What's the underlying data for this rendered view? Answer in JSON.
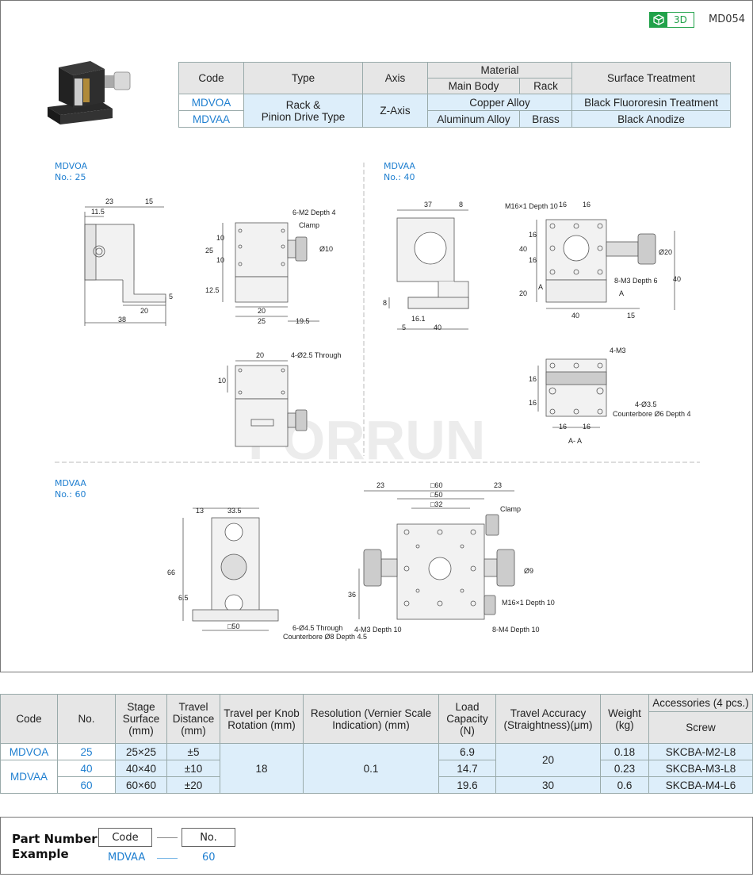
{
  "header": {
    "badge_label": "3D",
    "product_code": "MD054"
  },
  "material_table": {
    "headers": {
      "code": "Code",
      "type": "Type",
      "axis": "Axis",
      "material": "Material",
      "main_body": "Main Body",
      "rack": "Rack",
      "surface": "Surface Treatment"
    },
    "type_value_line1": "Rack &",
    "type_value_line2": "Pinion Drive Type",
    "axis_value": "Z-Axis",
    "rows": [
      {
        "code": "MDVOA",
        "material": "Copper Alloy",
        "surface": "Black Fluororesin Treatment"
      },
      {
        "code": "MDVAA",
        "main_body": "Aluminum Alloy",
        "rack": "Brass",
        "surface": "Black Anodize"
      }
    ]
  },
  "sections": {
    "s25": {
      "code": "MDVOA",
      "no": "No.: 25"
    },
    "s40": {
      "code": "MDVAA",
      "no": "No.: 40"
    },
    "s60": {
      "code": "MDVAA",
      "no": "No.: 60"
    }
  },
  "drawing_labels": {
    "d25a": {
      "d23": "23",
      "d15": "15",
      "d11_5": "11.5",
      "d20": "20",
      "d38": "38",
      "d5": "5"
    },
    "d25b": {
      "m2": "6-M2 Depth 4",
      "clamp": "Clamp",
      "phi10": "Ø10",
      "d25": "25",
      "d10a": "10",
      "d10b": "10",
      "d12_5": "12.5",
      "d20": "20",
      "d25w": "25",
      "d19_5": "19.5"
    },
    "d25c": {
      "d20": "20",
      "through": "4-Ø2.5 Through",
      "d10": "10"
    },
    "d40a": {
      "d37": "37",
      "d8": "8",
      "d8v": "8",
      "d16_1": "16.1",
      "d5": "5",
      "d40": "40"
    },
    "d40b": {
      "m16": "M16×1 Depth 10",
      "d16a": "16",
      "d16b": "16",
      "d40v": "40",
      "d16v1": "16",
      "d16v2": "16",
      "d20v": "20",
      "a1": "A",
      "a2": "A",
      "m3": "8-M3 Depth 6",
      "phi20": "Ø20",
      "d40h": "40",
      "d15": "15",
      "d40r": "40"
    },
    "d40c": {
      "m3": "4-M3",
      "d16v1": "16",
      "d16v2": "16",
      "cb": "4-Ø3.5",
      "cb2": "Counterbore Ø6 Depth 4",
      "d16a": "16",
      "d16b": "16",
      "section": "A- A"
    },
    "d60a": {
      "d13": "13",
      "d33_5": "33.5",
      "d66": "66",
      "d6_5": "6.5",
      "d50": "□50",
      "through": "6-Ø4.5 Through",
      "cb": "Counterbore Ø8 Depth 4.5"
    },
    "d60b": {
      "d23a": "23",
      "d60": "□60",
      "d23b": "23",
      "d50": "□50",
      "d32": "□32",
      "clamp": "Clamp",
      "phi9": "Ø9",
      "d36": "36",
      "m16": "M16×1 Depth 10",
      "m3": "4-M3 Depth 10",
      "m4": "8-M4 Depth 10"
    }
  },
  "spec_table": {
    "headers": {
      "code": "Code",
      "no": "No.",
      "stage": "Stage Surface (mm)",
      "travel": "Travel Distance (mm)",
      "per_knob": "Travel per Knob Rotation (mm)",
      "resolution": "Resolution (Vernier Scale Indication) (mm)",
      "load": "Load Capacity (N)",
      "accuracy": "Travel Accuracy (Straightness)(μm)",
      "weight": "Weight (kg)",
      "accessories": "Accessories (4 pcs.)",
      "screw": "Screw"
    },
    "per_knob_value": "18",
    "resolution_value": "0.1",
    "accuracy_20": "20",
    "accuracy_30": "30",
    "rows": [
      {
        "code": "MDVOA",
        "no": "25",
        "stage": "25×25",
        "travel": "±5",
        "load": "6.9",
        "weight": "0.18",
        "screw": "SKCBA-M2-L8"
      },
      {
        "code": "MDVAA",
        "no": "40",
        "stage": "40×40",
        "travel": "±10",
        "load": "14.7",
        "weight": "0.23",
        "screw": "SKCBA-M3-L8"
      },
      {
        "no": "60",
        "stage": "60×60",
        "travel": "±20",
        "load": "19.6",
        "weight": "0.6",
        "screw": "SKCBA-M4-L6"
      }
    ]
  },
  "part_number": {
    "title_line1": "Part Number",
    "title_line2": "Example",
    "code_label": "Code",
    "no_label": "No.",
    "example_code": "MDVAA",
    "example_no": "60"
  },
  "watermark": "FORRUN",
  "colors": {
    "accent_blue": "#1f7fd0",
    "light_blue": "#ddeefa",
    "green": "#21a24a",
    "header_gray": "#e6e6e6"
  }
}
